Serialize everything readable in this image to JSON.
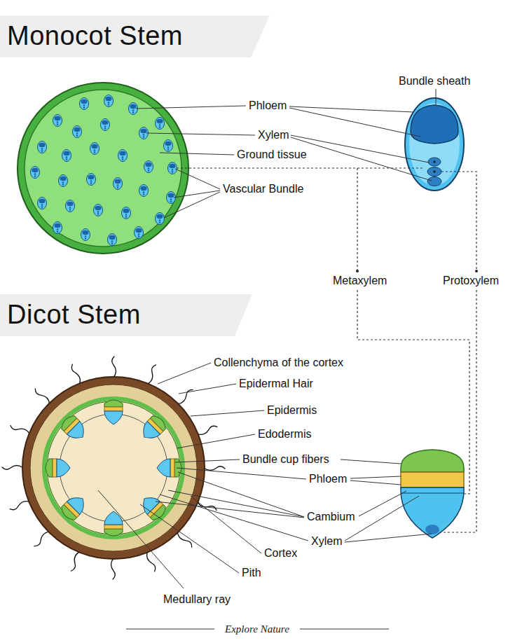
{
  "diagram": {
    "nodes": [
      {
        "text": [
          "Monocot Stem"
        ]
      },
      {
        "text": [
          "Dicot Stem"
        ]
      }
    ],
    "labels": [
      "Phloem",
      "Xylem",
      "Ground tissue",
      "Vascular Bundle",
      "Bundle sheath",
      "Metaxylem",
      "Protoxylem",
      "Collenchyma of the cortex",
      "Epidermal Hair",
      "Epidermis",
      "Edodermis",
      "Bundle cup fibers",
      "Phloem",
      "Cambium",
      "Xylem",
      "Cortex",
      "Pith",
      "Medullary ray",
      "Explore Nature"
    ]
  }
}
